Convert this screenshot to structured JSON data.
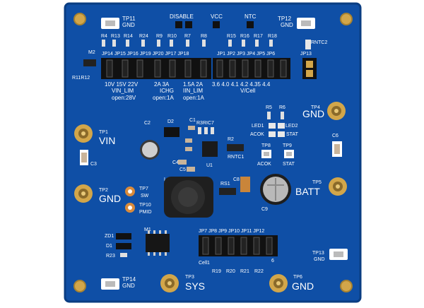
{
  "board": {
    "pcb_color": "#0f4fa6",
    "silk_color": "#ffffff",
    "gold_color": "#d2a64a",
    "copper_color": "#d98a3a"
  },
  "labels": {
    "tp11": "TP11",
    "tp11_gnd": "GND",
    "tp12": "TP12",
    "tp12_gnd": "GND",
    "disable": "DISABLE",
    "vcc": "VCC",
    "ntc": "NTC",
    "rntc2": "RNTC2",
    "m2": "M2",
    "r11r12": "R11R12",
    "r4": "R4",
    "r13": "R13",
    "r14": "R14",
    "r24": "R24",
    "r9": "R9",
    "r10": "R10",
    "r7": "R7",
    "r8": "R8",
    "r15": "R15",
    "r16": "R16",
    "r17": "R17",
    "r18": "R18",
    "jp_row_top": "JP14 JP15 JP16 JP19 JP20 JP17 JP18",
    "jp_row_right": "JP1 JP2 JP3 JP4 JP5 JP6",
    "jp13": "JP13",
    "vin_vals": "10V 15V 22V",
    "vin_lim": "VIN_LIM",
    "vin_open": "open:28V",
    "ichg_vals": "2A 3A",
    "ichg": "ICHG",
    "ichg_open": "open:1A",
    "iin_vals": "1.5A 2A",
    "iin_lim": "IIN_LIM",
    "iin_open": "open:1A",
    "vcell_vals": "3.6 4.0 4.1 4.2 4.35 4.4",
    "vcell": "V/Cell",
    "tp4": "TP4",
    "gnd_tp4": "GND",
    "r5": "R5",
    "r6": "R6",
    "led1": "LED1",
    "led2": "LED2",
    "acok": "ACOK",
    "stat": "STAT",
    "tp8": "TP8",
    "tp9": "TP9",
    "acok2": "ACOK",
    "stat2": "STAT",
    "c6": "C6",
    "tp1": "TP1",
    "vin": "VIN",
    "c3": "C3",
    "c2": "C2",
    "d2": "D2",
    "c1": "C1",
    "r3ric7": "R3RIC7",
    "r2": "R2",
    "rntc1": "RNTC1",
    "u1": "U1",
    "c4": "C4",
    "c5": "C5",
    "c8": "C8",
    "tp2": "TP2",
    "gnd_tp2": "GND",
    "tp7": "TP7",
    "sw": "SW",
    "tp10": "TP10",
    "pmid": "PMID",
    "l1": "L1",
    "rs1": "RS1",
    "c9": "C9",
    "tp5": "TP5",
    "batt": "BATT",
    "zd1": "ZD1",
    "d1": "D1",
    "r23": "R23",
    "m1": "M1",
    "jp_row_bottom": "JP7 JP8 JP9 JP10 JP11 JP12",
    "cell1": "Cell1",
    "six": "6",
    "r19": "R19",
    "r20": "R20",
    "r21": "R21",
    "r22": "R22",
    "tp13": "TP13",
    "tp13_gnd": "GND",
    "tp14": "TP14",
    "tp14_gnd": "GND",
    "tp3": "TP3",
    "sys": "SYS",
    "tp6": "TP6",
    "gnd_tp6": "GND"
  }
}
